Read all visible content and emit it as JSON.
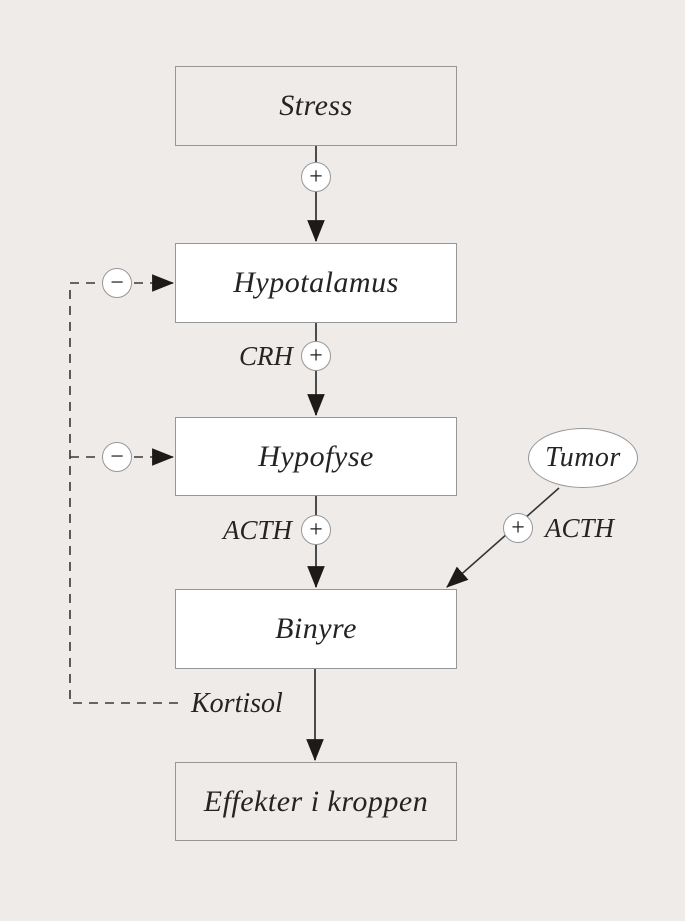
{
  "diagram": {
    "nodes": {
      "stress": "Stress",
      "hypothalamus": "Hypotalamus",
      "pituitary": "Hypofyse",
      "adrenal": "Binyre",
      "effects": "Effekter i kroppen",
      "tumor": "Tumor"
    },
    "labels": {
      "crh": "CRH",
      "acth": "ACTH",
      "acth_tumor": "ACTH",
      "cortisol": "Kortisol"
    },
    "signs": {
      "plus": "+",
      "minus": "−"
    }
  },
  "colors": {
    "background": "#eeebe8",
    "box_border": "#97979a",
    "box_fill": "#ffffff",
    "line": "#4a4b4d",
    "arrow": "#1c1b1a",
    "text": "#262423"
  }
}
